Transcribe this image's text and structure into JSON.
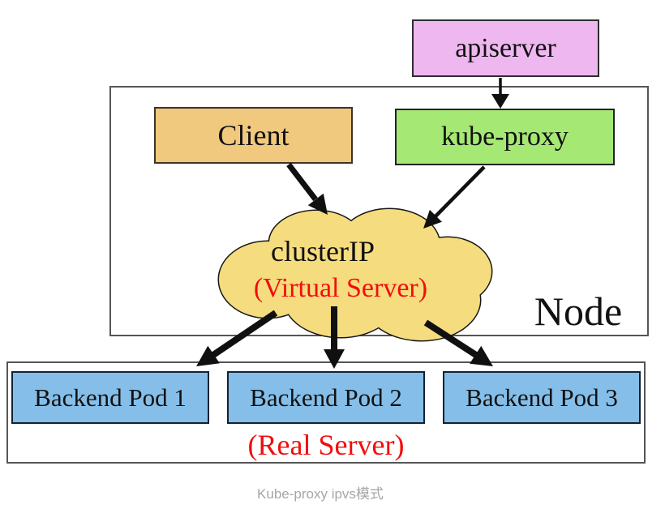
{
  "nodes": {
    "apiserver": "apiserver",
    "client": "Client",
    "kube_proxy": "kube-proxy",
    "cluster_ip": "clusterIP",
    "virtual_server": "(Virtual Server)",
    "node_label": "Node",
    "pods": [
      "Backend Pod 1",
      "Backend Pod 2",
      "Backend Pod 3"
    ],
    "real_server_label": "(Real Server)"
  },
  "caption": "Kube-proxy ipvs模式",
  "colors": {
    "apiserver_fill": "#efb7ef",
    "client_fill": "#f0c87e",
    "kube_proxy_fill": "#a5e873",
    "cloud_fill": "#f5dc7e",
    "pod_fill": "#85bfe9",
    "red_text": "#f20d0d",
    "caption_text": "#a6a6a6"
  }
}
